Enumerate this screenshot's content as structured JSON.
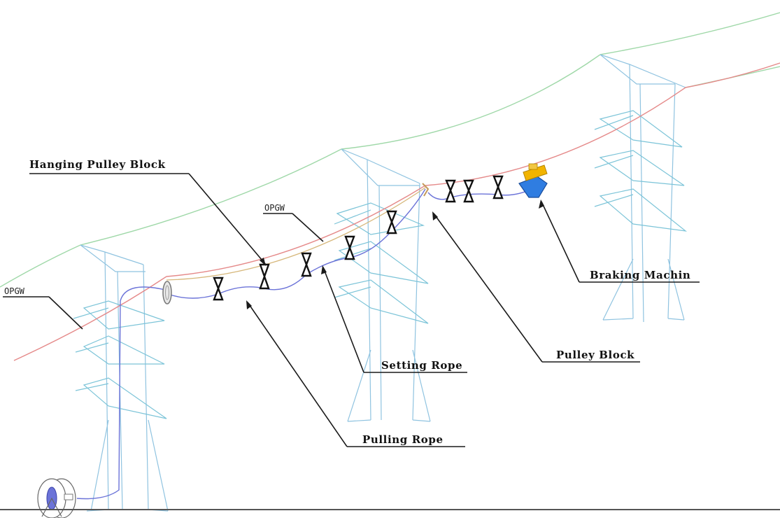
{
  "diagram": {
    "labels": {
      "hanging_pulley_block": "Hanging Pulley Block",
      "opgw_upper": "OPGW",
      "opgw_left": "OPGW",
      "braking_machine": "Braking Machin",
      "pulley_block": "Pulley Block",
      "setting_rope": "Setting Rope",
      "pulling_rope": "Pulling Rope"
    },
    "colors": {
      "earth_wire": "#9fd8a8",
      "opgw": "#e58a8a",
      "pulling_rope": "#6b73d8",
      "setting_rope": "#d6b77a",
      "tower": "#8fc3e0",
      "braking_machine": "#2f7de1",
      "braking_machine_top": "#f2b400"
    },
    "icons": [
      "pulley-block-icon",
      "braking-machine-icon",
      "cable-drum-icon",
      "end-clamp-icon"
    ]
  }
}
